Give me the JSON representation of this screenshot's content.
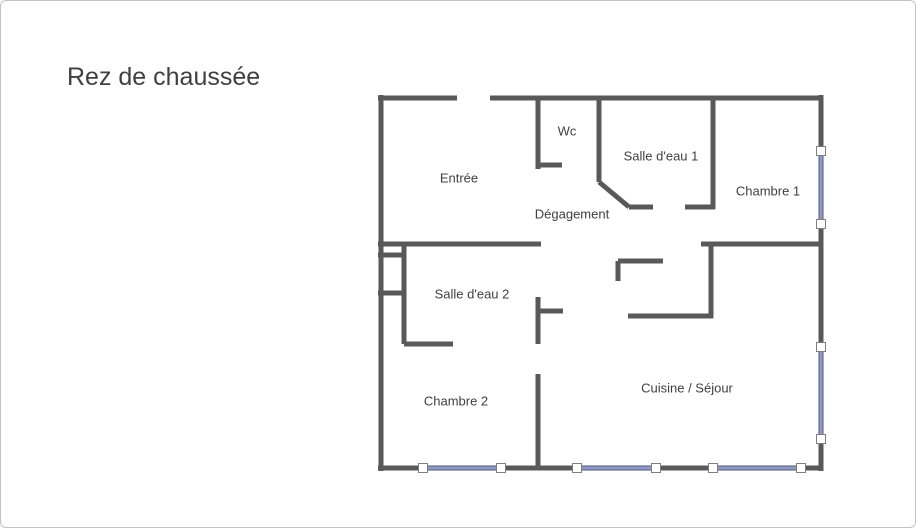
{
  "title": "Rez de chaussée",
  "rooms": [
    {
      "id": "entree",
      "label": "Entrée"
    },
    {
      "id": "wc",
      "label": "Wc"
    },
    {
      "id": "salle-deau-1",
      "label": "Salle d'eau 1"
    },
    {
      "id": "chambre-1",
      "label": "Chambre 1"
    },
    {
      "id": "degagement",
      "label": "Dégagement"
    },
    {
      "id": "salle-deau-2",
      "label": "Salle d'eau 2"
    },
    {
      "id": "chambre-2",
      "label": "Chambre 2"
    },
    {
      "id": "cuisine-sejour",
      "label": "Cuisine / Séjour"
    }
  ],
  "legend": {
    "window_symbol": "window",
    "wall_symbol": "wall"
  },
  "colors": {
    "wall": "#595959",
    "window": "#8b9bd9",
    "window_handle_fill": "#ffffff",
    "window_handle_border": "#7f7f7f",
    "text": "#3f3f3f",
    "title_text": "#404040"
  }
}
